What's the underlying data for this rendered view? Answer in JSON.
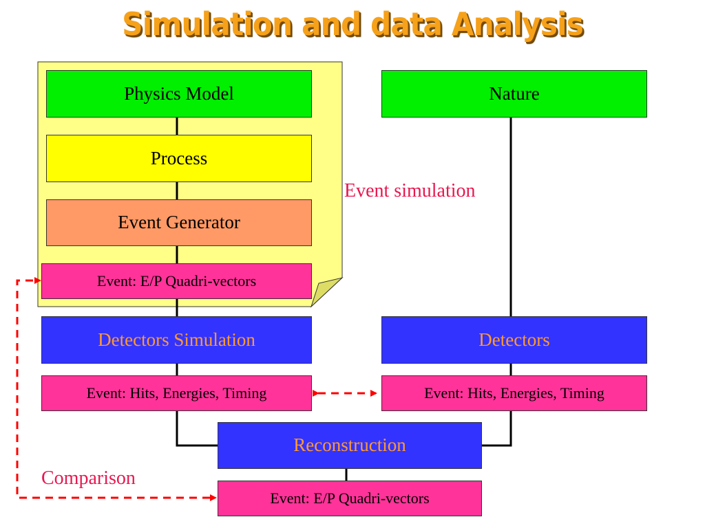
{
  "title": "Simulation and data Analysis",
  "colors": {
    "title": "#f6a11a",
    "note_background": "#ffff88",
    "green": "#00f000",
    "yellow": "#ffff00",
    "orange": "#ff9966",
    "pink": "#ff3399",
    "blue": "#3333ff",
    "blue_text": "#ff9933",
    "dashed_arrow": "#ff0000",
    "label_text": "#e8174f"
  },
  "simulation_chain": {
    "physics_model": "Physics Model",
    "process": "Process",
    "event_generator": "Event Generator",
    "event_quadri_vectors": "Event: E/P Quadri-vectors",
    "detectors_simulation": "Detectors Simulation",
    "event_hits": "Event: Hits, Energies, Timing"
  },
  "real_chain": {
    "nature": "Nature",
    "detectors": "Detectors",
    "event_hits": "Event: Hits, Energies, Timing"
  },
  "reconstruction": {
    "label": "Reconstruction",
    "event_quadri_vectors": "Event: E/P Quadri-vectors"
  },
  "labels": {
    "event_simulation": "Event simulation",
    "comparison": "Comparison"
  }
}
